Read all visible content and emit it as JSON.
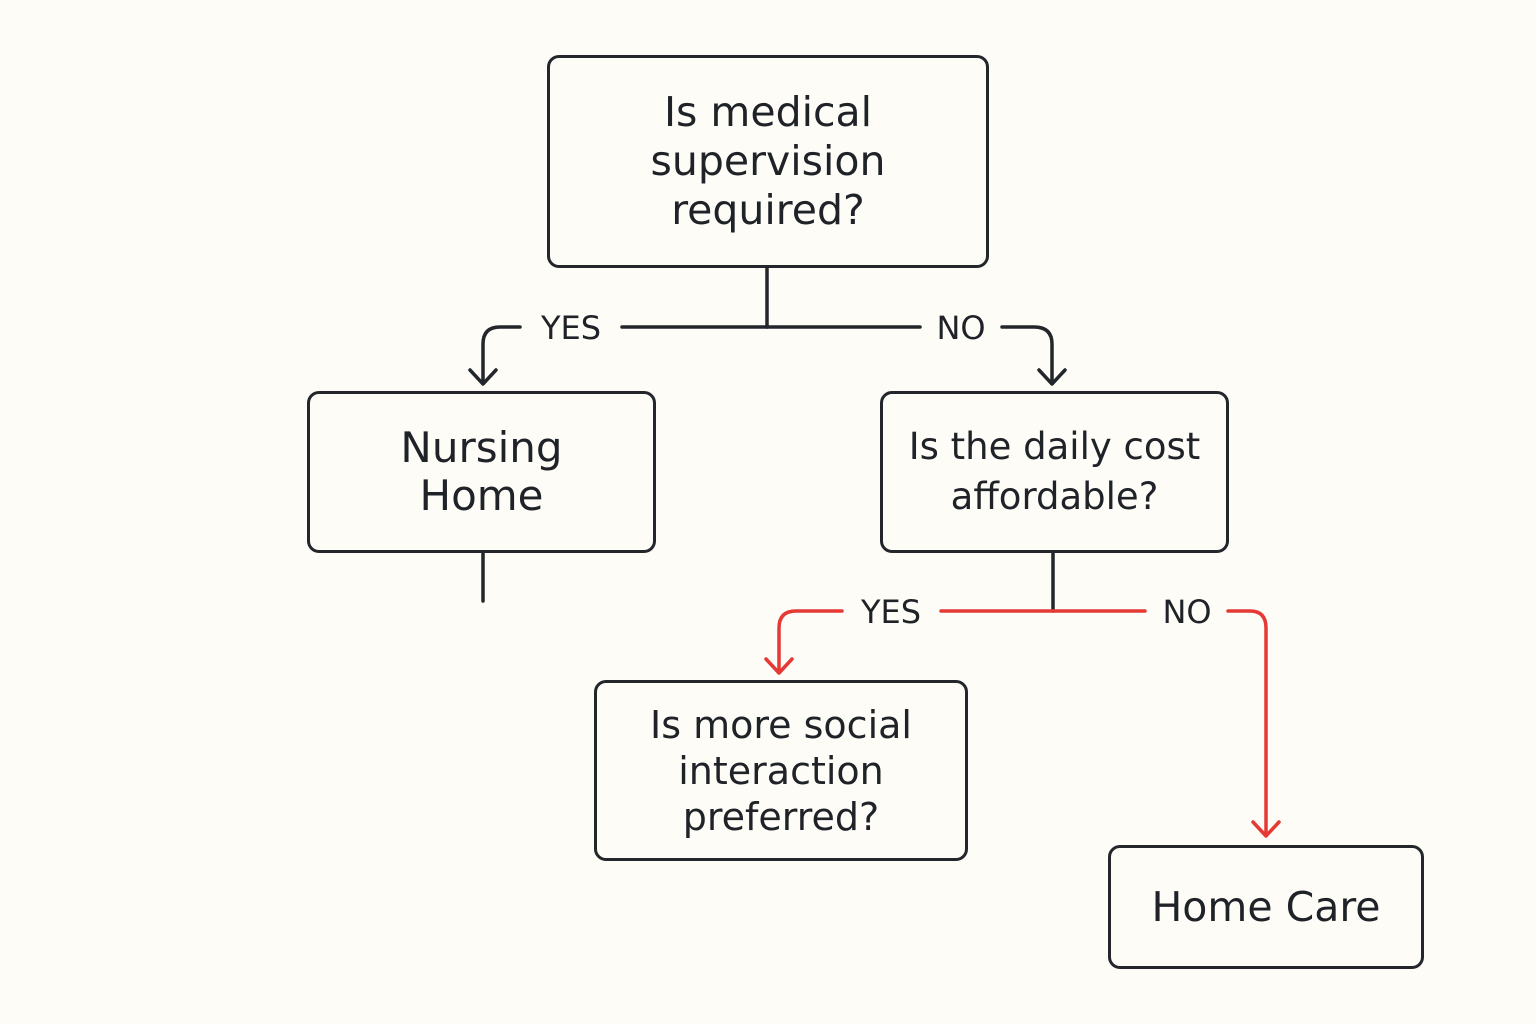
{
  "nodes": {
    "medical_question": "Is medical supervision required?",
    "nursing_home": "Nursing Home",
    "cost_question": "Is the daily cost affordable?",
    "social_question": "Is more social interaction preferred?",
    "home_care": "Home Care"
  },
  "edges": {
    "medical_yes": "YES",
    "medical_no": "NO",
    "cost_yes": "YES",
    "cost_no": "NO"
  },
  "colors": {
    "default_edge": "#23272b",
    "highlight_edge": "#e53935",
    "background": "#fdfcf7"
  }
}
